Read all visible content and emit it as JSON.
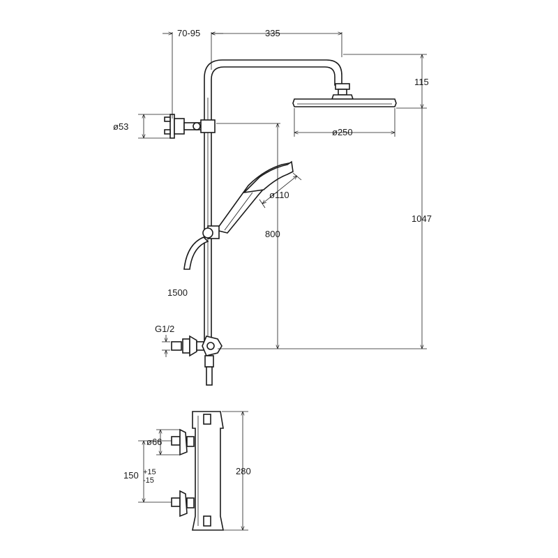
{
  "dimensions": {
    "wall_offset": "70-95",
    "arm_reach": "335",
    "head_drop": "115",
    "mount_diameter": "ø53",
    "head_diameter": "ø250",
    "handshower_diameter": "ø110",
    "slider_height": "800",
    "total_height": "1047",
    "hose_length": "1500",
    "thread": "G1/2",
    "valve_diameter": "ø66",
    "inlet_spacing": "150",
    "inlet_tolerance_plus": "+15",
    "inlet_tolerance_minus": "-15",
    "valve_height": "280"
  }
}
